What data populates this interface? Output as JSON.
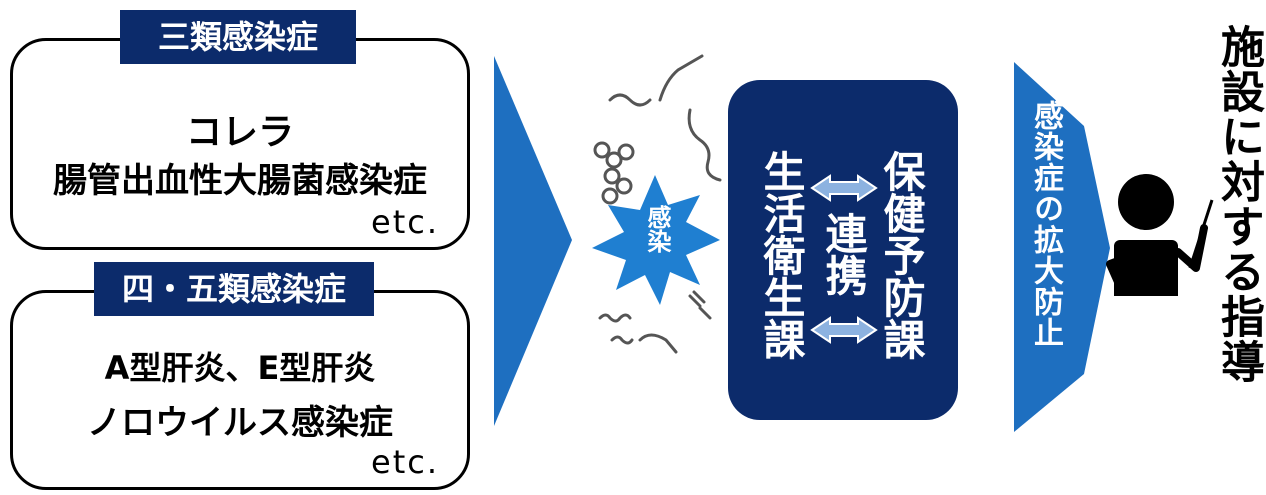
{
  "category_boxes": [
    {
      "label": "三類感染症",
      "lines": [
        "コレラ",
        "腸管出血性大腸菌感染症"
      ],
      "etc": "etc."
    },
    {
      "label": "四・五類感染症",
      "lines": [
        "A型肝炎、E型肝炎",
        "ノロウイルス感染症"
      ],
      "etc": "etc."
    }
  ],
  "burst_label": "感染",
  "center_panel": {
    "left_dept": "生活衛生課",
    "right_dept": "保健予防課",
    "link_label": "連携"
  },
  "spread_prevention_label": "感染症の拡大防止",
  "facility_guidance_label": "施設に対する指導",
  "colors": {
    "navy": "#0c2b6b",
    "blue_arrow": "#1e6fc0",
    "burst": "#1f7fd1",
    "link_arrow": "#8cb2e0"
  }
}
